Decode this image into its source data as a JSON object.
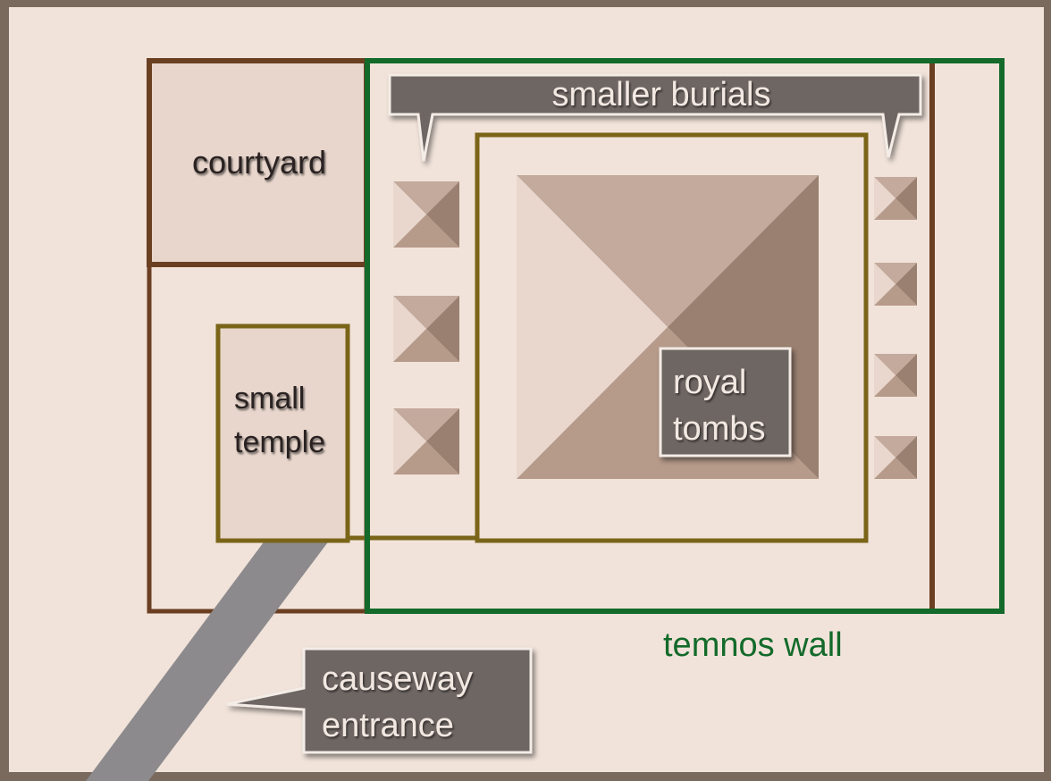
{
  "labels": {
    "courtyard": "courtyard",
    "small_temple_line1": "small",
    "small_temple_line2": "temple",
    "smaller_burials": "smaller burials",
    "royal_tombs_line1": "royal",
    "royal_tombs_line2": "tombs",
    "temenos_wall": "temnos wall",
    "causeway_line1": "causeway",
    "causeway_line2": "entrance"
  },
  "colors": {
    "background": "#f1e3da",
    "outer_frame": "#7a6a5e",
    "enclosure_brown": "#6b3f22",
    "temple_olive": "#7a6418",
    "temenos_green": "#136a2a",
    "label_box": "#6e6664",
    "causeway": "#8c8a8c",
    "pyramid_light": "#e9d7cd",
    "pyramid_mid": "#c3aa9d",
    "pyramid_dark": "#9a8070"
  }
}
